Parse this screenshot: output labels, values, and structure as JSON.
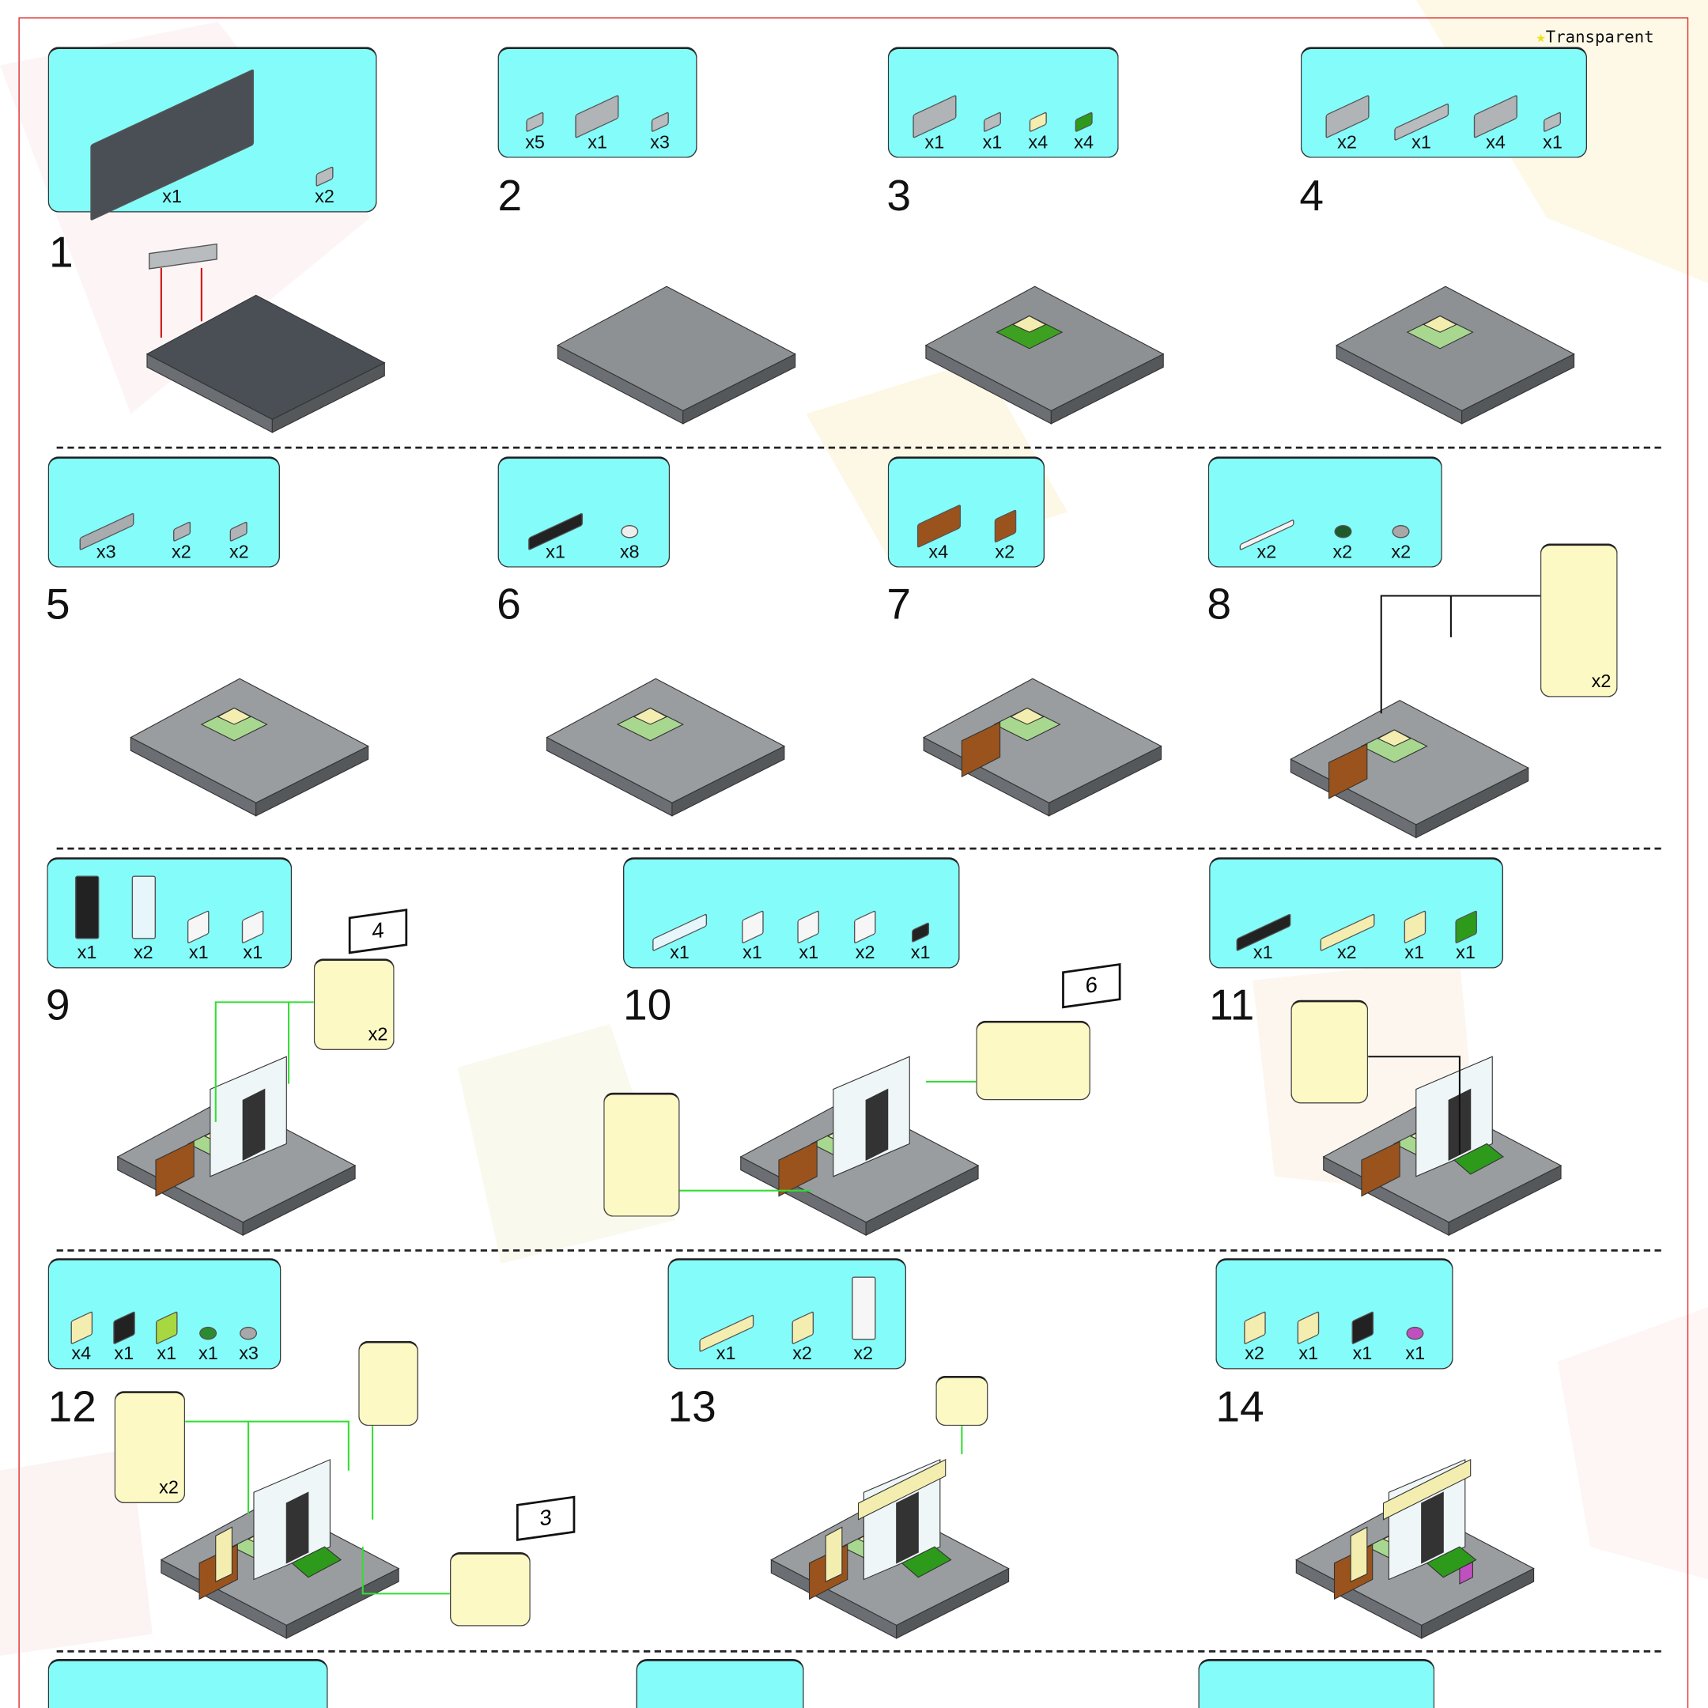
{
  "legend": {
    "icon": "star-icon",
    "label": "Transparent"
  },
  "colors": {
    "frame": "#e02a2a",
    "parts_box": "#84fcfa",
    "callout": "#fdf9c4",
    "connector": "#33dd33"
  },
  "steps": [
    {
      "number": "1",
      "parts": [
        {
          "kind": "large",
          "color": "#4a4f55",
          "qty": "x1"
        },
        {
          "kind": "small",
          "color": "#b8bcbf",
          "qty": "x2"
        }
      ]
    },
    {
      "number": "2",
      "parts": [
        {
          "kind": "small",
          "color": "#b8bcbf",
          "qty": "x5"
        },
        {
          "kind": "plate",
          "color": "#b0b4b7",
          "qty": "x1"
        },
        {
          "kind": "small",
          "color": "#b8bcbf",
          "qty": "x3"
        }
      ]
    },
    {
      "number": "3",
      "parts": [
        {
          "kind": "plate",
          "color": "#b0b4b7",
          "qty": "x1"
        },
        {
          "kind": "small",
          "color": "#b8bcbf",
          "qty": "x1"
        },
        {
          "kind": "small",
          "color": "#f3eeb0",
          "qty": "x4"
        },
        {
          "kind": "small",
          "color": "#2e9a1c",
          "qty": "x4"
        }
      ]
    },
    {
      "number": "4",
      "parts": [
        {
          "kind": "plate",
          "color": "#b0b4b7",
          "qty": "x2"
        },
        {
          "kind": "long",
          "color": "#b8bcbf",
          "qty": "x1"
        },
        {
          "kind": "plate",
          "color": "#b0b4b7",
          "qty": "x4"
        },
        {
          "kind": "small",
          "color": "#b8bcbf",
          "qty": "x1"
        }
      ]
    },
    {
      "number": "5",
      "parts": [
        {
          "kind": "long",
          "color": "#a8acaf",
          "qty": "x3"
        },
        {
          "kind": "small",
          "color": "#b0b4b7",
          "qty": "x2"
        },
        {
          "kind": "small",
          "color": "#b0b4b7",
          "qty": "x2"
        }
      ]
    },
    {
      "number": "6",
      "parts": [
        {
          "kind": "long",
          "color": "#222222",
          "qty": "x1"
        },
        {
          "kind": "round",
          "color": "#eeeeee",
          "qty": "x8"
        }
      ]
    },
    {
      "number": "7",
      "parts": [
        {
          "kind": "plate",
          "color": "#9a531c",
          "qty": "x4"
        },
        {
          "kind": "brick",
          "color": "#9a531c",
          "qty": "x2"
        }
      ]
    },
    {
      "number": "8",
      "parts": [
        {
          "kind": "bar",
          "color": "#f4f4f4",
          "qty": "x2"
        },
        {
          "kind": "round",
          "color": "#1e5a2a",
          "qty": "x2"
        },
        {
          "kind": "round",
          "color": "#a8a8a8",
          "qty": "x2"
        }
      ]
    },
    {
      "number": "9",
      "parts": [
        {
          "kind": "tall",
          "color": "#222222",
          "qty": "x1"
        },
        {
          "kind": "tall",
          "color": "#e6f6fa",
          "qty": "x2"
        },
        {
          "kind": "brick",
          "color": "#f6f6f6",
          "qty": "x1"
        },
        {
          "kind": "brick",
          "color": "#f6f6f6",
          "qty": "x1"
        }
      ]
    },
    {
      "number": "10",
      "parts": [
        {
          "kind": "long",
          "color": "#e6f6fa",
          "qty": "x1"
        },
        {
          "kind": "brick",
          "color": "#f6f6f6",
          "qty": "x1"
        },
        {
          "kind": "brick",
          "color": "#f6f6f6",
          "qty": "x1"
        },
        {
          "kind": "brick",
          "color": "#f6f6f6",
          "qty": "x2"
        },
        {
          "kind": "small",
          "color": "#222222",
          "qty": "x1"
        }
      ]
    },
    {
      "number": "11",
      "parts": [
        {
          "kind": "long",
          "color": "#222222",
          "qty": "x1"
        },
        {
          "kind": "long",
          "color": "#f3eeb0",
          "qty": "x2"
        },
        {
          "kind": "brick",
          "color": "#f3eeb0",
          "qty": "x1"
        },
        {
          "kind": "brick",
          "color": "#2e9a1c",
          "qty": "x1"
        }
      ]
    },
    {
      "number": "12",
      "parts": [
        {
          "kind": "brick",
          "color": "#f3eeb0",
          "qty": "x4"
        },
        {
          "kind": "brick",
          "color": "#222222",
          "qty": "x1"
        },
        {
          "kind": "brick",
          "color": "#a8d840",
          "qty": "x1"
        },
        {
          "kind": "round",
          "color": "#2e8a2e",
          "qty": "x1"
        },
        {
          "kind": "round",
          "color": "#a8a8a8",
          "qty": "x3"
        }
      ]
    },
    {
      "number": "13",
      "parts": [
        {
          "kind": "long",
          "color": "#f3eeb0",
          "qty": "x1"
        },
        {
          "kind": "brick",
          "color": "#f3eeb0",
          "qty": "x2"
        },
        {
          "kind": "tall",
          "color": "#f6f6f6",
          "qty": "x2"
        }
      ]
    },
    {
      "number": "14",
      "parts": [
        {
          "kind": "brick",
          "color": "#f3eeb0",
          "qty": "x2"
        },
        {
          "kind": "brick",
          "color": "#f3eeb0",
          "qty": "x1"
        },
        {
          "kind": "brick",
          "color": "#222222",
          "qty": "x1"
        },
        {
          "kind": "round",
          "color": "#c050c0",
          "qty": "x1"
        }
      ]
    }
  ],
  "next_row_parts": [
    {
      "kind": "long",
      "color": "#f3eeb0"
    },
    {},
    {}
  ],
  "callouts": {
    "step8_qty": "x2",
    "step9_qty": "x2",
    "step12_qty": "x2",
    "page_ref_step9": "4",
    "page_ref_step10": "6",
    "page_ref_step12": "3"
  }
}
